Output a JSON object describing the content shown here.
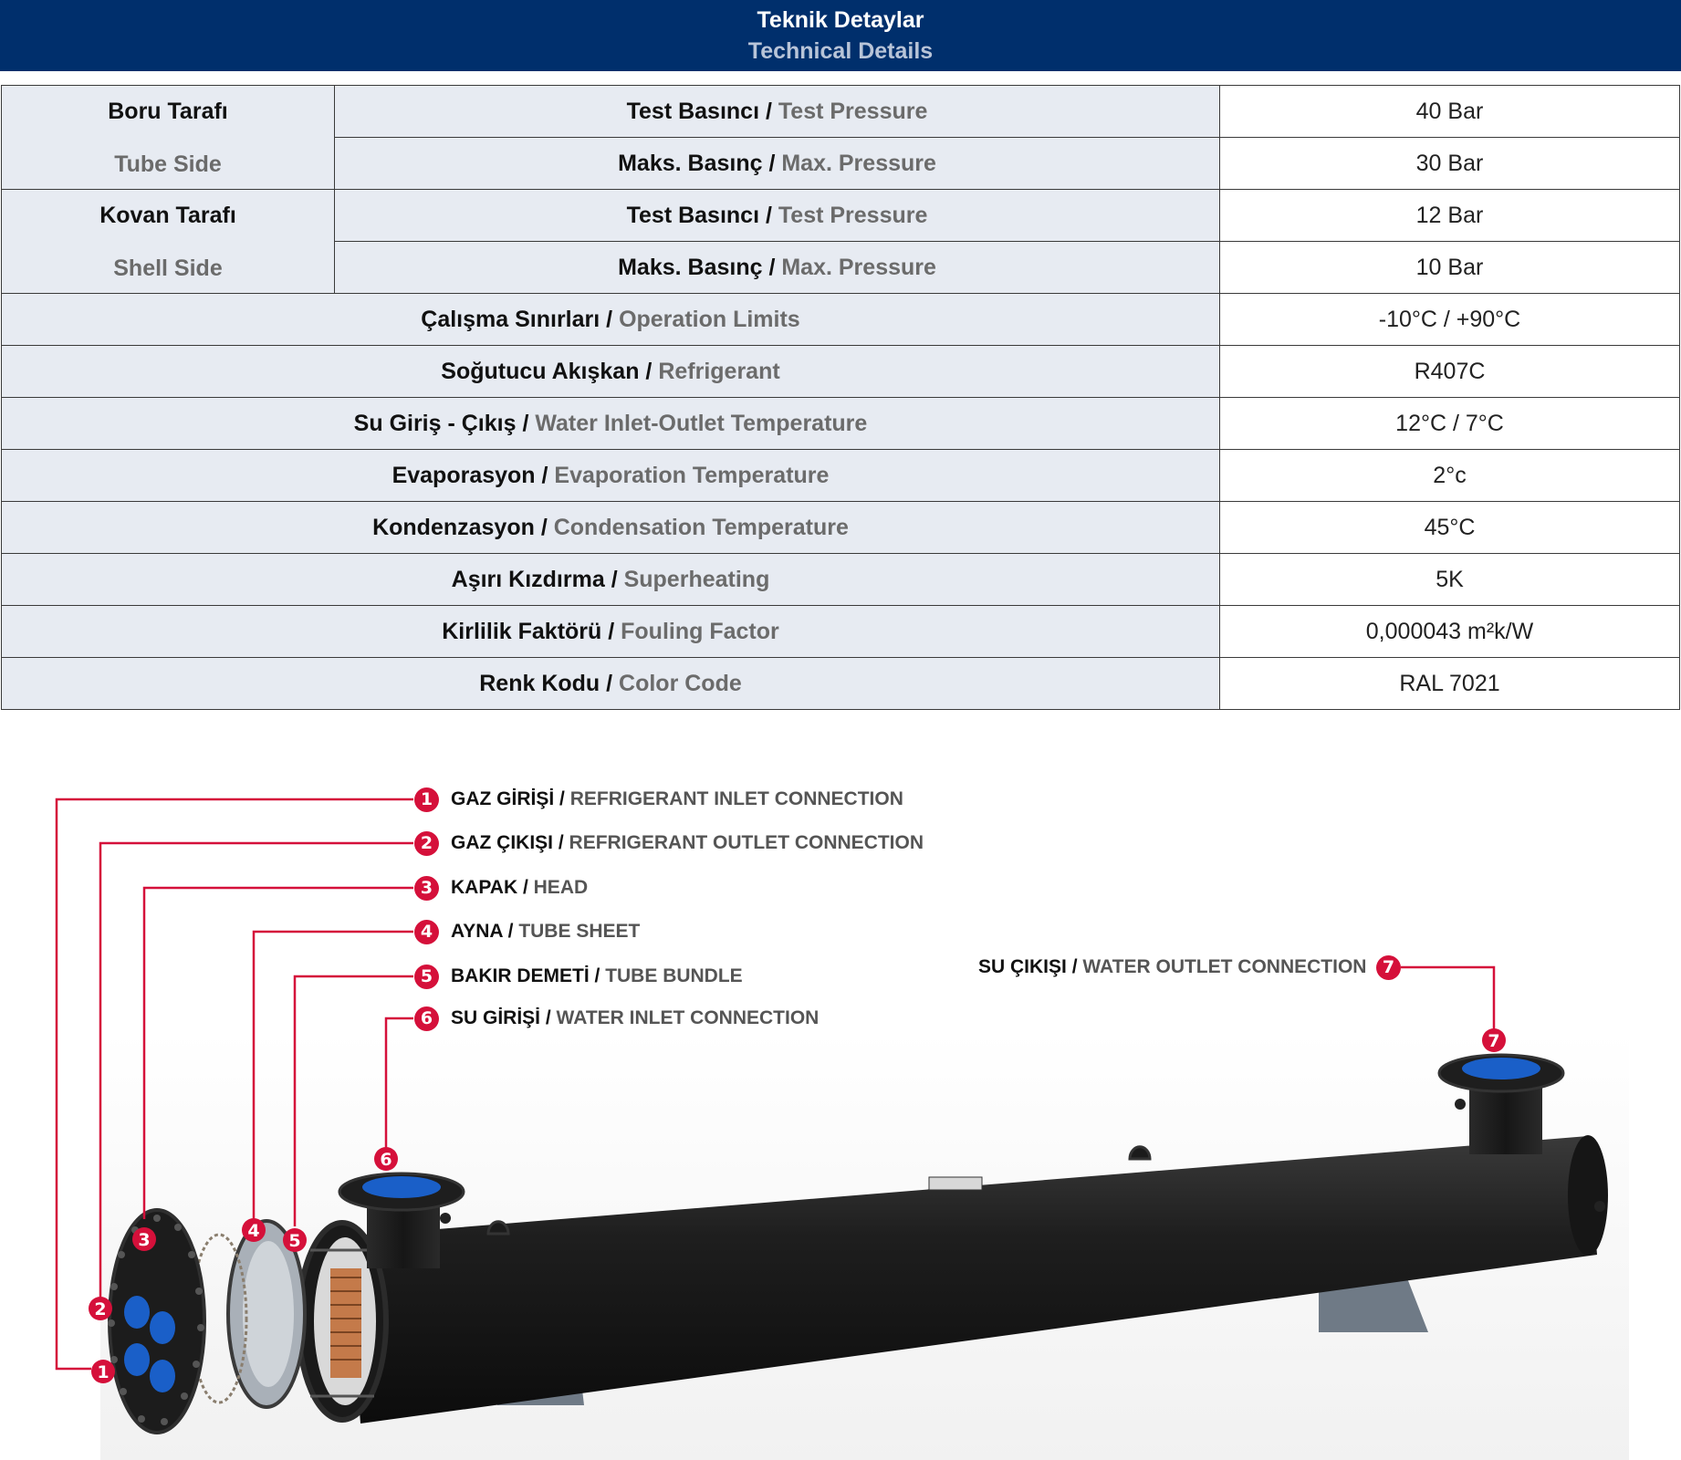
{
  "header": {
    "title_tr": "Teknik Detaylar",
    "title_en": "Technical Details"
  },
  "groups": [
    {
      "label_tr": "Boru Tarafı",
      "label_en": "Tube Side",
      "rows": [
        {
          "tr": "Test Basıncı",
          "en": "Test Pressure",
          "value": "40 Bar"
        },
        {
          "tr": "Maks. Basınç",
          "en": "Max. Pressure",
          "value": "30 Bar"
        }
      ]
    },
    {
      "label_tr": "Kovan Tarafı",
      "label_en": "Shell Side",
      "rows": [
        {
          "tr": "Test Basıncı",
          "en": "Test Pressure",
          "value": "12 Bar"
        },
        {
          "tr": "Maks. Basınç",
          "en": "Max. Pressure",
          "value": "10 Bar"
        }
      ]
    }
  ],
  "rows": [
    {
      "tr": "Çalışma Sınırları",
      "en": "Operation Limits",
      "value": "-10°C / +90°C"
    },
    {
      "tr": "Soğutucu Akışkan",
      "en": "Refrigerant",
      "value": "R407C"
    },
    {
      "tr": "Su Giriş - Çıkış",
      "en": "Water Inlet-Outlet Temperature",
      "value": "12°C / 7°C"
    },
    {
      "tr": "Evaporasyon",
      "en": "Evaporation Temperature",
      "value": "2°c"
    },
    {
      "tr": "Kondenzasyon",
      "en": "Condensation Temperature",
      "value": "45°C"
    },
    {
      "tr": "Aşırı Kızdırma",
      "en": "Superheating",
      "value": "5K"
    },
    {
      "tr": "Kirlilik Faktörü",
      "en": "Fouling Factor",
      "value": "0,000043 m²k/W"
    },
    {
      "tr": "Renk Kodu",
      "en": "Color Code",
      "value": "RAL 7021"
    }
  ],
  "separator": " / ",
  "callouts": [
    {
      "num": "1",
      "tr": "GAZ GİRİŞİ",
      "en": "REFRIGERANT INLET CONNECTION"
    },
    {
      "num": "2",
      "tr": "GAZ ÇIKIŞI",
      "en": "REFRIGERANT OUTLET CONNECTION"
    },
    {
      "num": "3",
      "tr": "KAPAK",
      "en": "HEAD"
    },
    {
      "num": "4",
      "tr": "AYNA",
      "en": "TUBE SHEET"
    },
    {
      "num": "5",
      "tr": "BAKIR DEMETİ",
      "en": "TUBE BUNDLE"
    },
    {
      "num": "6",
      "tr": "SU GİRİŞİ",
      "en": "WATER INLET CONNECTION"
    },
    {
      "num": "7",
      "tr": "SU ÇIKIŞI",
      "en": "WATER OUTLET CONNECTION"
    }
  ],
  "colors": {
    "header_bg": "#002f6c",
    "label_bg": "#e7ebf2",
    "callout_red": "#d5103a",
    "shell_black": "#1c1c1c",
    "flange_blue": "#1a5fc8",
    "copper": "#c47a4a"
  },
  "icons": [
    "number-badge-icon",
    "leader-line",
    "shell-and-tube-heat-exchanger-illustration"
  ]
}
